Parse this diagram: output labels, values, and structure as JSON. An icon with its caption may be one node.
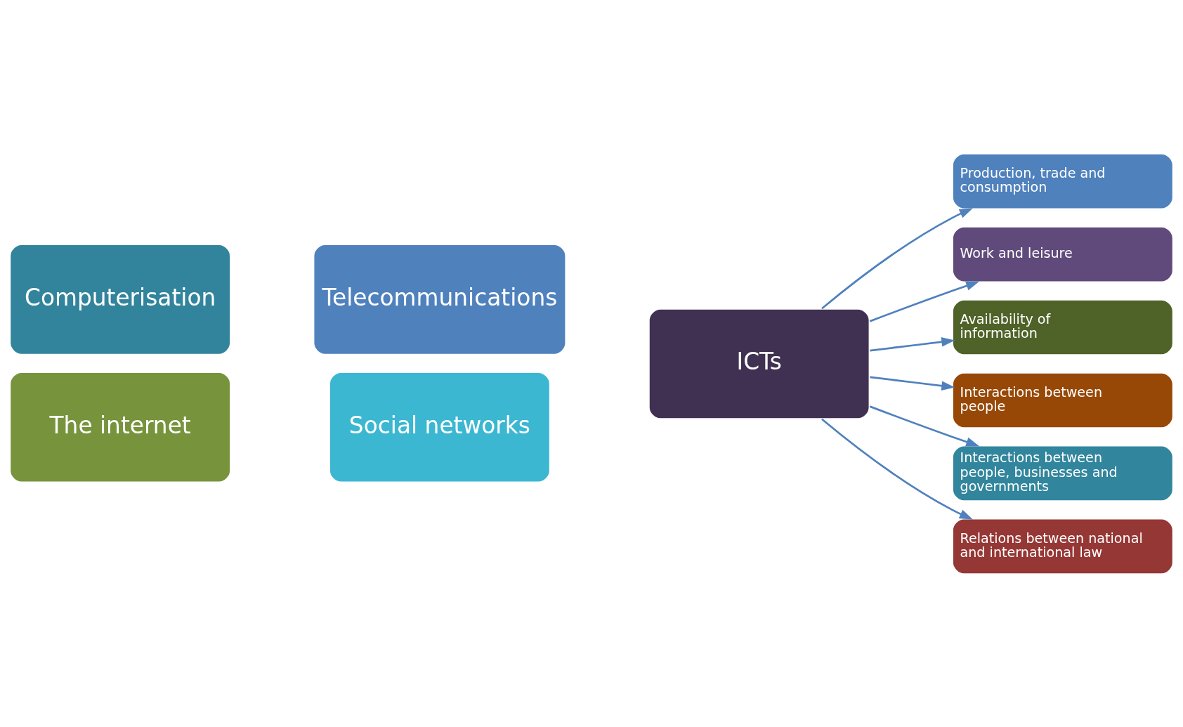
{
  "diagram": {
    "nodes": [
      {
        "text": [
          "Computerisation"
        ]
      },
      {
        "text": [
          "Telecommunications"
        ]
      },
      {
        "text": [
          "The internet"
        ]
      },
      {
        "text": [
          "Social networks"
        ]
      },
      {
        "text": [
          "ICTs"
        ]
      },
      {
        "text": [
          "Production, trade and consumption"
        ]
      },
      {
        "text": [
          "Work and leisure"
        ]
      },
      {
        "text": [
          "Availability of information"
        ]
      },
      {
        "text": [
          "Interactions between people"
        ]
      },
      {
        "text": [
          "Interactions between people, businesses and governments"
        ]
      },
      {
        "text": [
          "Relations between national and international law"
        ]
      }
    ],
    "edges": [
      {
        "from": 4,
        "to": 5,
        "arrow": "to"
      },
      {
        "from": 4,
        "to": 6,
        "arrow": "to"
      },
      {
        "from": 4,
        "to": 7,
        "arrow": "to"
      },
      {
        "from": 4,
        "to": 8,
        "arrow": "to"
      },
      {
        "from": 4,
        "to": 9,
        "arrow": "to"
      },
      {
        "from": 4,
        "to": 10,
        "arrow": "to"
      }
    ]
  }
}
